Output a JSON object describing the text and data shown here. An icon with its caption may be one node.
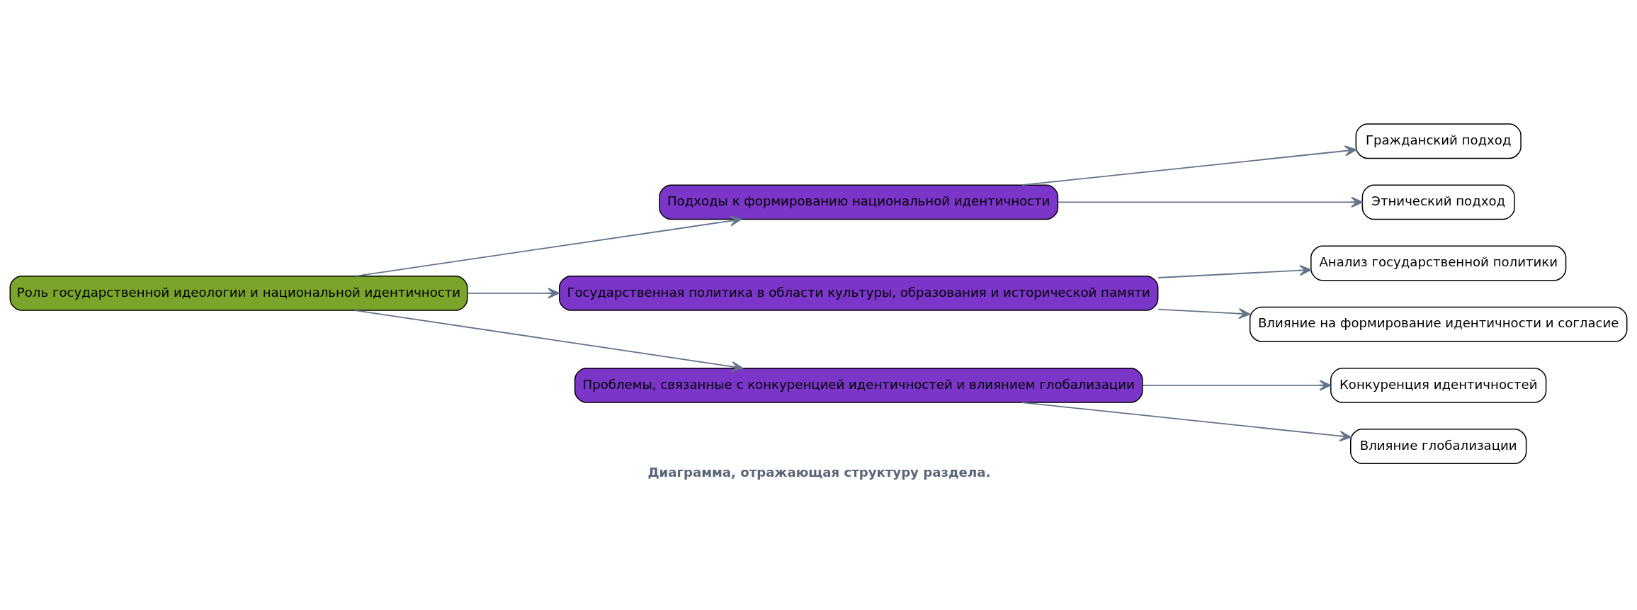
{
  "diagram": {
    "caption": "Диаграмма, отражающая структуру раздела.",
    "nodes": [
      {
        "text": [
          "Роль государственной идеологии и национальной идентичности"
        ]
      },
      {
        "text": [
          "Подходы к формированию национальной идентичности"
        ]
      },
      {
        "text": [
          "Государственная политика в области культуры, образования и исторической памяти"
        ]
      },
      {
        "text": [
          "Проблемы, связанные с конкуренцией идентичностей и влиянием глобализации"
        ]
      },
      {
        "text": [
          "Гражданский подход"
        ]
      },
      {
        "text": [
          "Этнический подход"
        ]
      },
      {
        "text": [
          "Анализ государственной политики"
        ]
      },
      {
        "text": [
          "Влияние на формирование идентичности и согласие"
        ]
      },
      {
        "text": [
          "Конкуренция идентичностей"
        ]
      },
      {
        "text": [
          "Влияние глобализации"
        ]
      }
    ],
    "edges": [
      {
        "from": 0,
        "to": 1,
        "arrow": "to"
      },
      {
        "from": 0,
        "to": 2,
        "arrow": "to"
      },
      {
        "from": 0,
        "to": 3,
        "arrow": "to"
      },
      {
        "from": 1,
        "to": 4,
        "arrow": "to"
      },
      {
        "from": 1,
        "to": 5,
        "arrow": "to"
      },
      {
        "from": 2,
        "to": 6,
        "arrow": "to"
      },
      {
        "from": 2,
        "to": 7,
        "arrow": "to"
      },
      {
        "from": 3,
        "to": 8,
        "arrow": "to"
      },
      {
        "from": 3,
        "to": 9,
        "arrow": "to"
      }
    ]
  }
}
